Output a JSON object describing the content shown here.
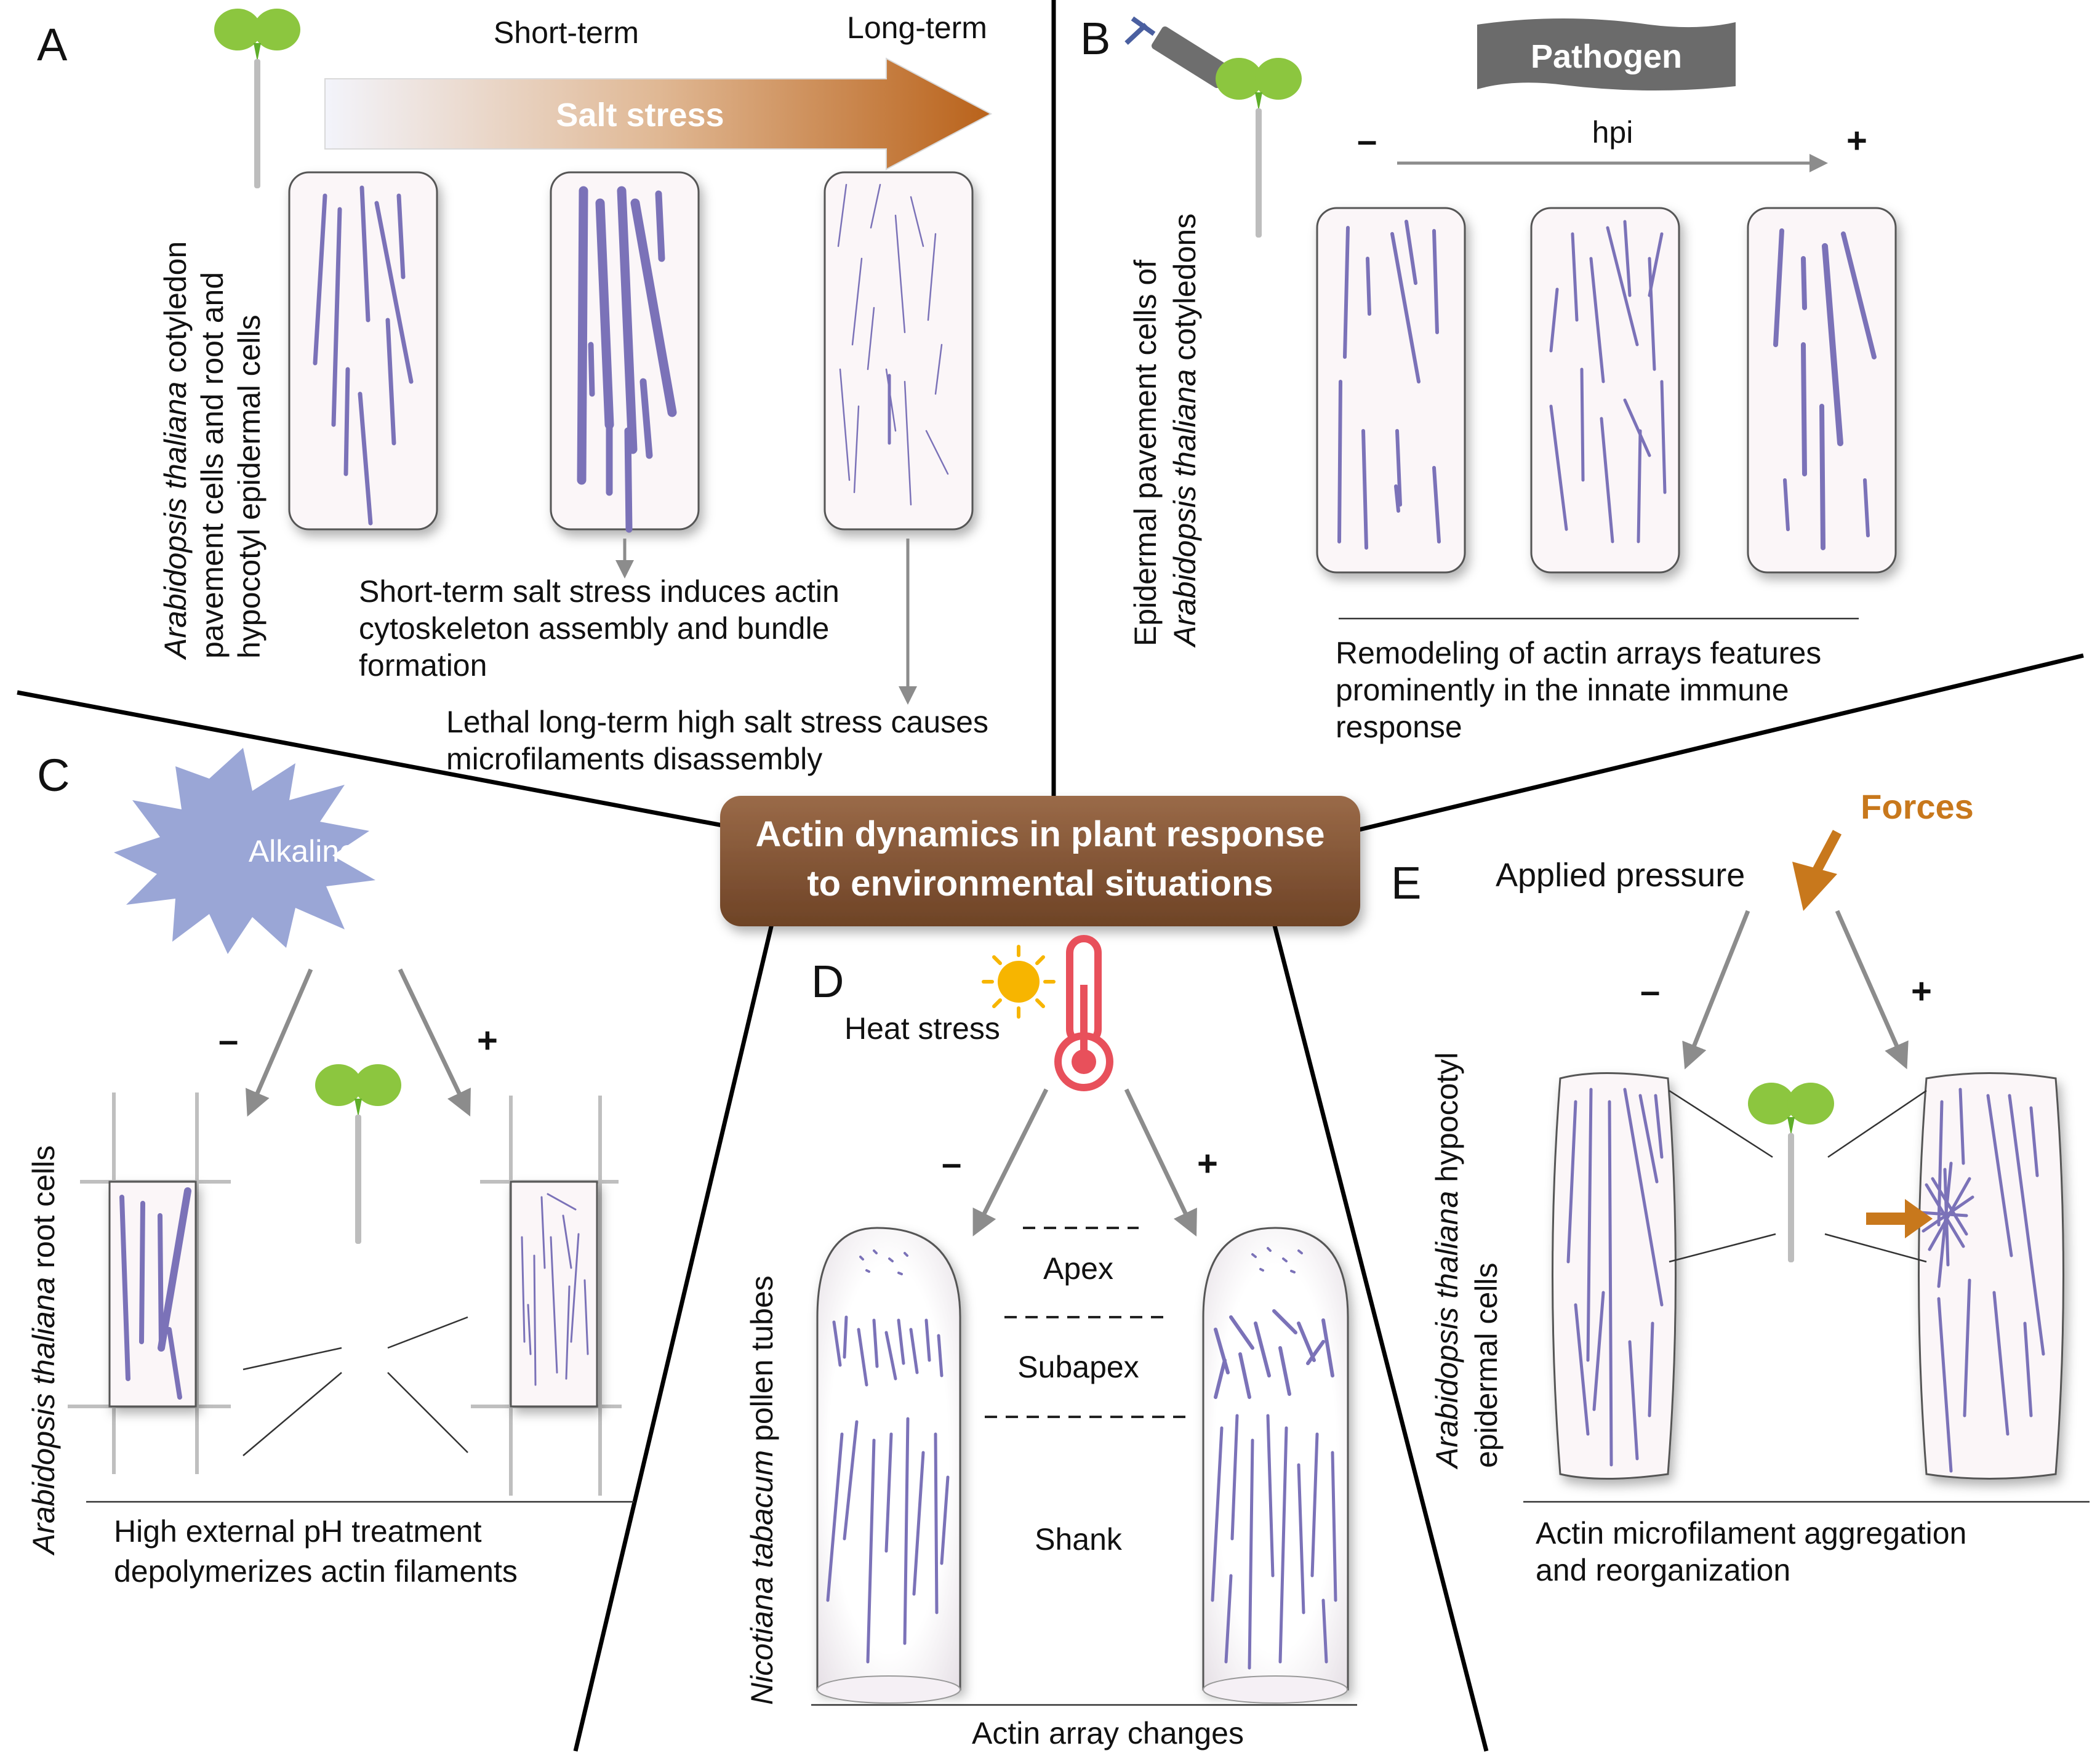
{
  "colors": {
    "filament": "#7b72b8",
    "cell_fill": "#fbf6f8",
    "center_box": "#8a5a3a",
    "forces": "#c8781c",
    "leaf": "#8cc63f",
    "pathogen": "#6b6b6b",
    "alkaline": "#9aa6d6",
    "thermometer": "#e8505b",
    "sun": "#f7b500"
  },
  "center": {
    "line1": "Actin dynamics in plant response",
    "line2": "to environmental situations"
  },
  "panel_a": {
    "letter": "A",
    "short_term": "Short-term",
    "long_term": "Long-term",
    "salt_stress": "Salt stress",
    "side_line1_italic": "Arabidopsis thaliana",
    "side_line1_rest": " cotyledon",
    "side_line2": "pavement cells and root and",
    "side_line3": "hypocotyl epidermal cells",
    "note1_line1": "Short-term salt stress induces actin",
    "note1_line2": "cytoskeleton assembly and bundle",
    "note1_line3": "formation",
    "note2_line1": "Lethal long-term high salt stress causes",
    "note2_line2": "microfilaments disassembly"
  },
  "panel_b": {
    "letter": "B",
    "pathogen": "Pathogen",
    "minus": "–",
    "plus": "+",
    "hpi": "hpi",
    "side_line1": "Epidermal pavement cells of",
    "side_line2_italic": "Arabidopsis thaliana",
    "side_line2_rest": " cotyledons",
    "caption_line1": "Remodeling of actin arrays features",
    "caption_line2": "prominently in the innate immune",
    "caption_line3": "response"
  },
  "panel_c": {
    "letter": "C",
    "alkaline": "Alkaline stress",
    "minus": "–",
    "plus": "+",
    "side_italic": "Arabidopsis thaliana",
    "side_rest": " root cells",
    "caption_line1": "High external pH treatment",
    "caption_line2": "depolymerizes actin filaments"
  },
  "panel_d": {
    "letter": "D",
    "heat": "Heat stress",
    "minus": "–",
    "plus": "+",
    "apex": "Apex",
    "subapex": "Subapex",
    "shank": "Shank",
    "side_italic": "Nicotiana tabacum",
    "side_rest": " pollen tubes",
    "caption": "Actin array changes"
  },
  "panel_e": {
    "letter": "E",
    "forces": "Forces",
    "applied": "Applied pressure",
    "minus": "–",
    "plus": "+",
    "side_line1_italic": "Arabidopsis thaliana",
    "side_line1_rest": " hypocotyl",
    "side_line2": "epidermal cells",
    "caption_line1": "Actin microfilament aggregation",
    "caption_line2": "and reorganization"
  }
}
